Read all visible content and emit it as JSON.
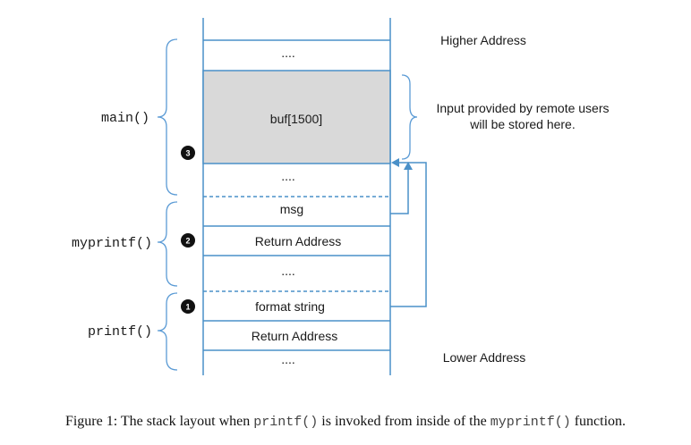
{
  "stack": {
    "top_dots": "....",
    "buffer": "buf[1500]",
    "dots_after_buffer": "....",
    "msg": "msg",
    "myprintf_return": "Return Address",
    "dots_middle": "....",
    "format_string": "format string",
    "printf_return": "Return Address",
    "bottom_dots": "...."
  },
  "labels": {
    "higher_address": "Higher Address",
    "lower_address": "Lower Address",
    "input_note_line1": "Input provided by remote users",
    "input_note_line2": "will be stored here."
  },
  "frames": {
    "main": "main()",
    "myprintf": "myprintf()",
    "printf": "printf()"
  },
  "markers": {
    "one": "1",
    "two": "2",
    "three": "3"
  },
  "caption": {
    "prefix": "Figure 1: The stack layout when ",
    "code1": "printf()",
    "middle": " is invoked from inside of the ",
    "code2": "myprintf()",
    "suffix": " function."
  },
  "colors": {
    "stack_border": "#4a90c8",
    "buffer_fill": "#d9d9d9",
    "brace": "#5b9bd5",
    "arrow": "#4a90c8",
    "badge": "#111111"
  }
}
